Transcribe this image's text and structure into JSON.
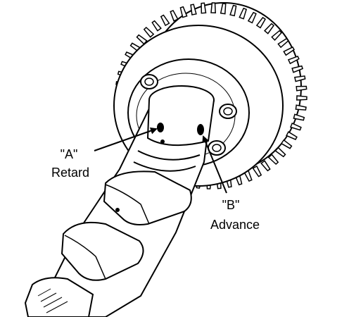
{
  "labels": {
    "a_letter": "\"A\"",
    "a_text": "Retard",
    "b_letter": "\"B\"",
    "b_text": "Advance"
  },
  "colors": {
    "line": "#000000",
    "background": "#ffffff"
  }
}
